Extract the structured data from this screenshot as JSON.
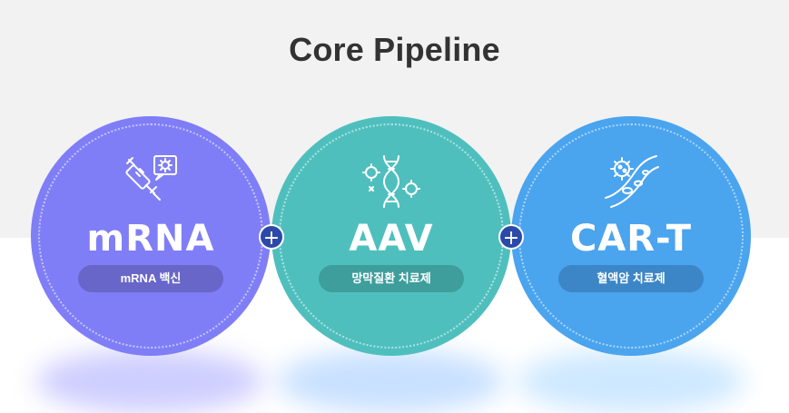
{
  "title": "Core Pipeline",
  "colors": {
    "band": "#f2f2f2",
    "title": "#333333",
    "plus": "#2b4aa8"
  },
  "pipelines": [
    {
      "name": "mRNA",
      "subtitle": "mRNA 백신",
      "icon": "syringe-virus-icon",
      "color": "#7f7ef6",
      "pill_color": "#6866c9"
    },
    {
      "name": "AAV",
      "subtitle": "망막질환 치료제",
      "icon": "dna-helix-icon",
      "color": "#4fbfbe",
      "pill_color": "#3e9e9c"
    },
    {
      "name": "CAR-T",
      "subtitle": "혈액암 치료제",
      "icon": "blood-cells-icon",
      "color": "#4aa4ee",
      "pill_color": "#3c86c7"
    }
  ],
  "connectors": [
    "+",
    "+"
  ]
}
